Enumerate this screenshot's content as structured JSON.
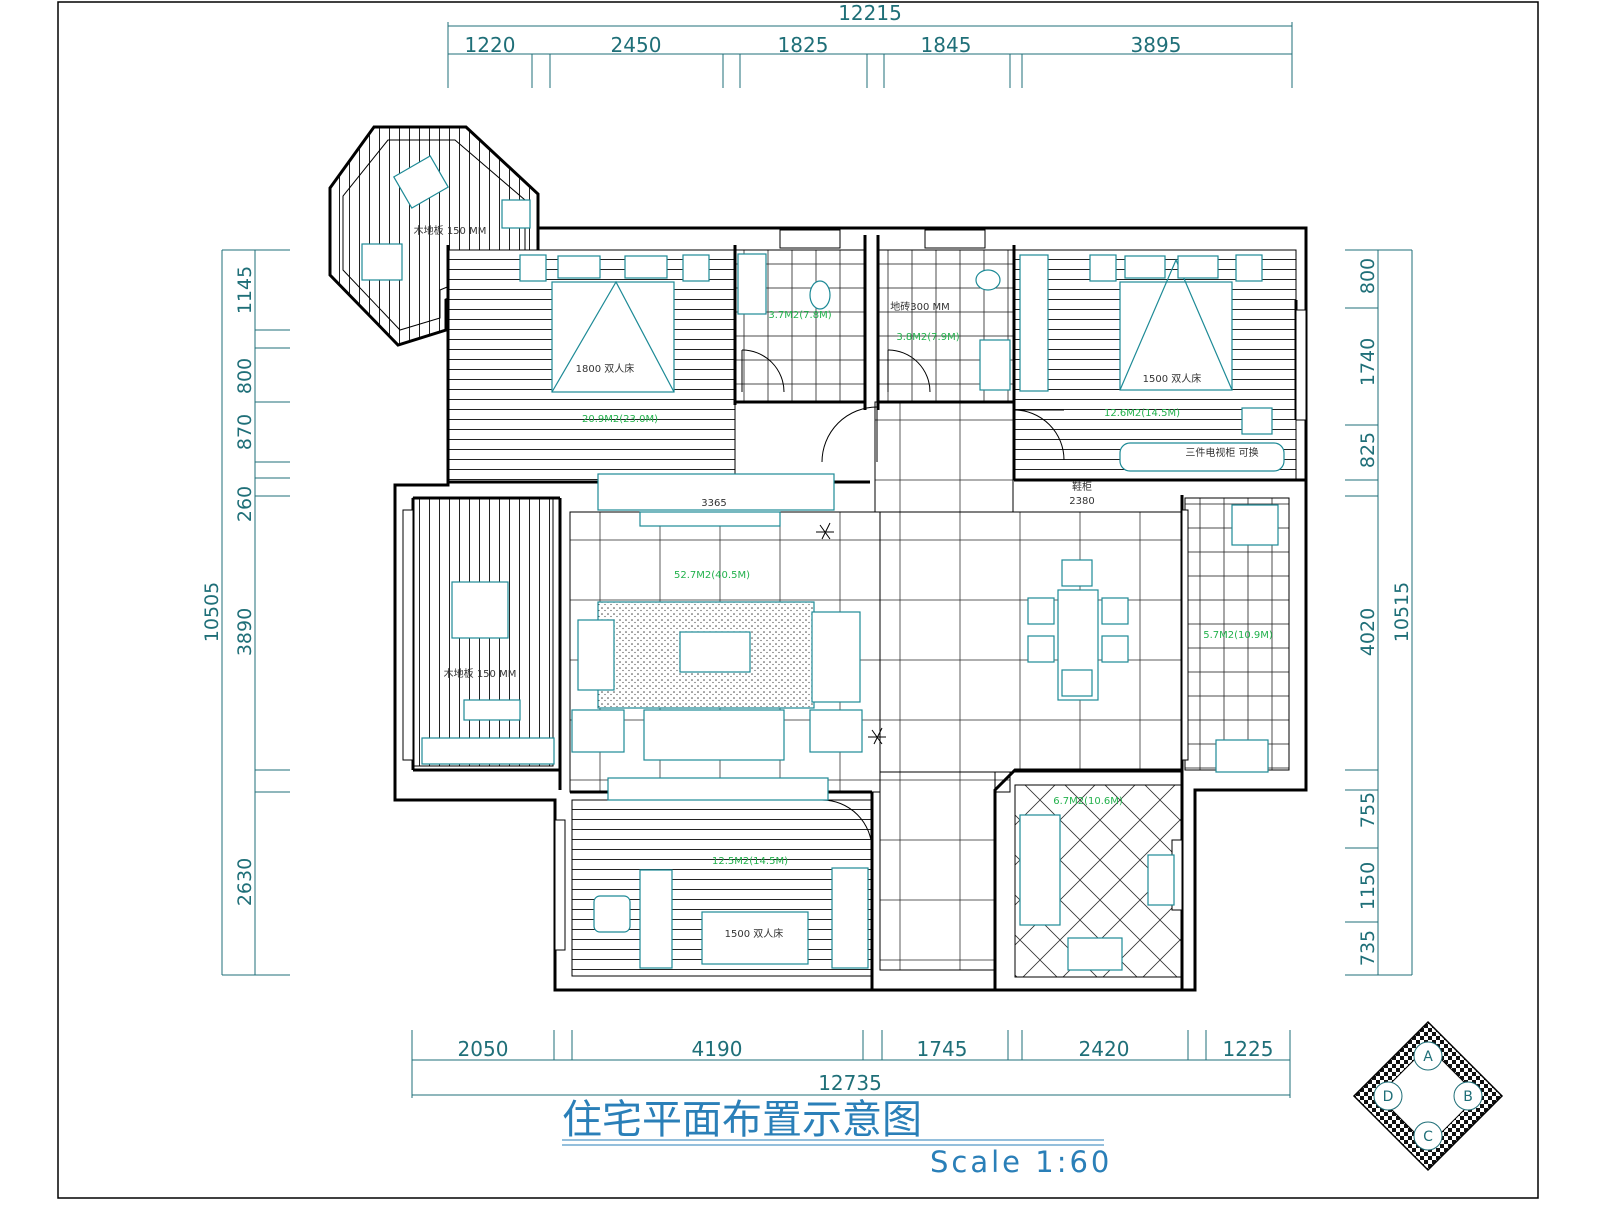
{
  "plan": {
    "title": "住宅平面布置示意图",
    "scale": "Scale 1:60",
    "colors": {
      "wall": "#000000",
      "dimension": "#1f6f78",
      "area_text": "#22b14c",
      "title": "#2a7fb8",
      "furniture": "#1d8a96"
    }
  },
  "dims": {
    "top_total": "12215",
    "top": [
      "1220",
      "2450",
      "1825",
      "1845",
      "3895"
    ],
    "bottom_total": "12735",
    "bottom": [
      "2050",
      "4190",
      "1745",
      "2420",
      "1225"
    ],
    "left_total": "10505",
    "left": [
      "1145",
      "800",
      "870",
      "260",
      "3890",
      "2630"
    ],
    "right_total": "10515",
    "right": [
      "800",
      "1740",
      "825",
      "4020",
      "755",
      "1150",
      "735"
    ]
  },
  "areas": {
    "master_bedroom": "20.9M2(23.0M)",
    "bath1": "3.7M2(7.8M)",
    "bath2": "3.8M2(7.9M)",
    "bedroom2": "12.6M2(14.5M)",
    "living": "52.7M2(40.5M)",
    "balcony_right": "5.7M2(10.9M)",
    "kitchen": "6.7M2(10.6M)",
    "bedroom3": "12.5M2(14.5M)"
  },
  "labels": {
    "balcony_top": "木地板 150 MM",
    "balcony_left": "木地板 150 MM",
    "bed_master": "1800 双人床",
    "bed_second": "1500 双人床",
    "bed_third": "1500 双人床",
    "bath2_note": "地砖300 MM",
    "tv_cabinet": "三件电视柜 可换",
    "shoe_cabinet": "鞋柜",
    "width_a": "2380",
    "width_b": "3365"
  },
  "compass": {
    "a": "A",
    "b": "B",
    "c": "C",
    "d": "D"
  }
}
